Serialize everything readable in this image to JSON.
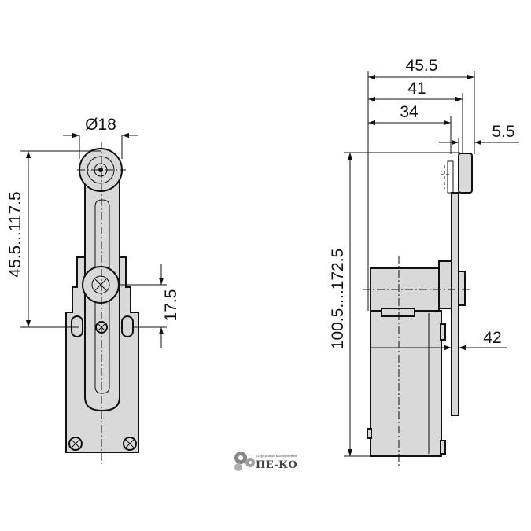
{
  "dimensions": {
    "roller_diameter": "Ø18",
    "lever_length": "45.5...117.5",
    "mount_offset": "17.5",
    "depth_overall": "45.5",
    "depth_mid": "41",
    "depth_short": "34",
    "roller_width": "5.5",
    "total_height": "100.5....172.5",
    "arm_offset": "42"
  },
  "logo": {
    "tagline": "Передовые Компоненты",
    "name": "ПЕ-КО"
  }
}
